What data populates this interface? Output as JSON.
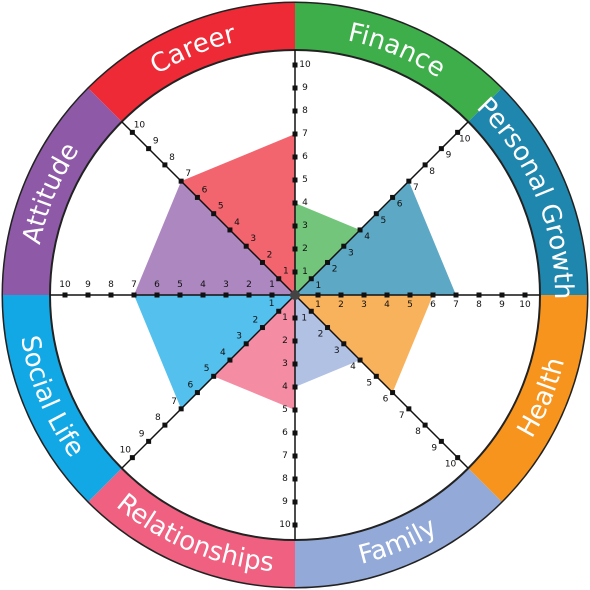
{
  "chart_data": {
    "type": "radar",
    "title": "",
    "scale": {
      "min": 0,
      "max": 10,
      "ticks": [
        "1",
        "2",
        "3",
        "4",
        "5",
        "6",
        "7",
        "8",
        "9",
        "10"
      ]
    },
    "categories": [
      "Career",
      "Finance",
      "Personal Growth",
      "Health",
      "Family",
      "Relationships",
      "Social Life",
      "Attitude"
    ],
    "values": [
      7,
      4,
      7,
      6,
      4,
      5,
      7,
      7
    ],
    "colors": [
      "#ee2a36",
      "#3dae4a",
      "#1f87ad",
      "#f7941d",
      "#93a9d8",
      "#f06080",
      "#12a8e6",
      "#8e5aa8"
    ]
  }
}
